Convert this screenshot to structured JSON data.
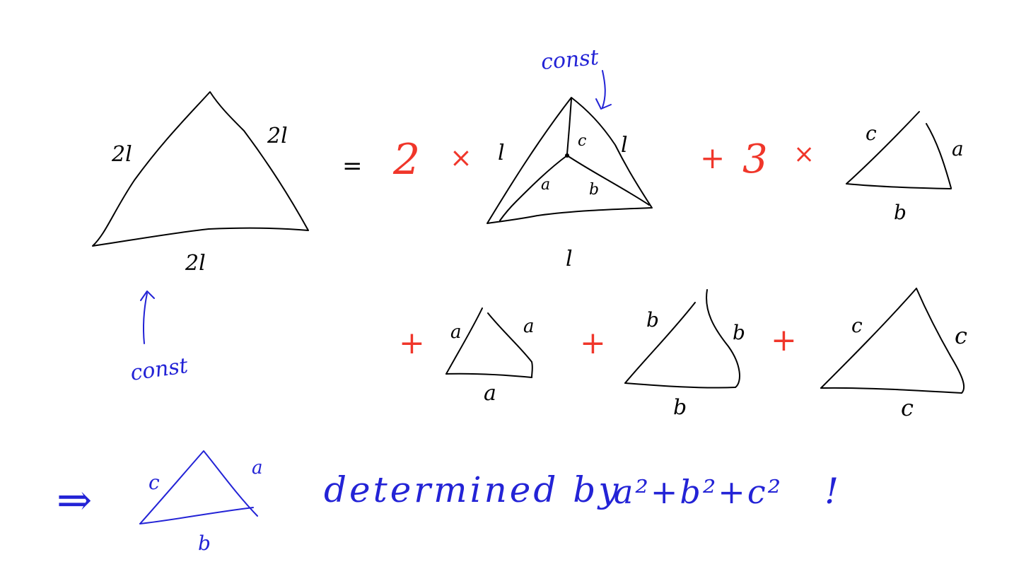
{
  "colors": {
    "ink": "#000000",
    "annotation": "#2323d6",
    "coefficient": "#f0362a"
  },
  "big_triangle": {
    "side_left": "2l",
    "side_right": "2l",
    "side_bottom": "2l",
    "note": "const"
  },
  "equals": "=",
  "term1": {
    "coefficient": "2",
    "times": "×",
    "outer_left": "l",
    "outer_right": "l",
    "outer_bottom": "l",
    "inner_c": "c",
    "inner_a": "a",
    "inner_b": "b",
    "note": "const"
  },
  "term2": {
    "plus": "+",
    "coefficient": "3",
    "times": "×",
    "side_c": "c",
    "side_a": "a",
    "side_b": "b"
  },
  "row2": {
    "plus1": "+",
    "plus2": "+",
    "plus3": "+",
    "tri_a": {
      "left": "a",
      "right": "a",
      "bottom": "a"
    },
    "tri_b": {
      "left": "b",
      "right": "b",
      "bottom": "b"
    },
    "tri_c": {
      "left": "c",
      "right": "c",
      "bottom": "c"
    }
  },
  "conclusion": {
    "implies": "⇒",
    "side_c": "c",
    "side_a": "a",
    "side_b": "b",
    "text": "determined by",
    "formula": "a²+b²+c²",
    "exclaim": "!"
  }
}
